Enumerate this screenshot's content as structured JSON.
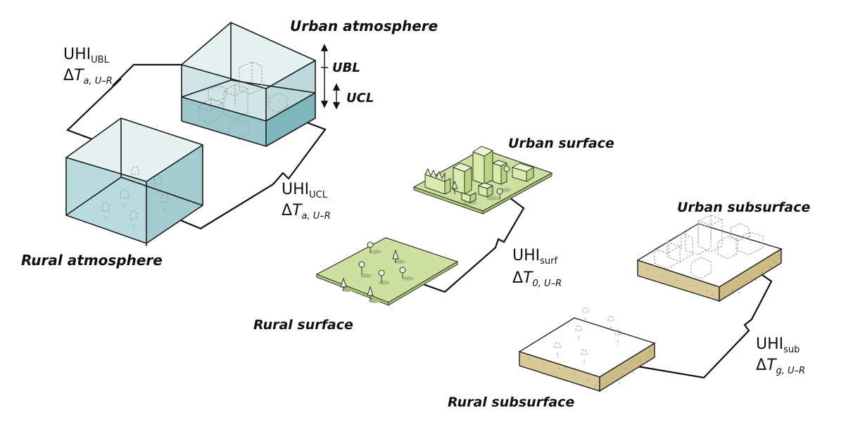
{
  "labels": {
    "urban_atmosphere": "Urban atmosphere",
    "rural_atmosphere": "Rural atmosphere",
    "urban_surface": "Urban surface",
    "rural_surface": "Rural surface",
    "urban_subsurface": "Urban subsurface",
    "rural_subsurface": "Rural subsurface",
    "ubl": "UBL",
    "ucl": "UCL"
  },
  "uhi": {
    "ubl": {
      "base": "UHI",
      "sub": "UBL",
      "delta": "Δ",
      "var": "T",
      "var_sub": "a, U–R"
    },
    "ucl": {
      "base": "UHI",
      "sub": "UCL",
      "delta": "Δ",
      "var": "T",
      "var_sub": "a, U–R"
    },
    "surf": {
      "base": "UHI",
      "sub": "surf",
      "delta": "Δ",
      "var": "T",
      "var_sub": "0, U–R"
    },
    "sub": {
      "base": "UHI",
      "sub": "sub",
      "delta": "Δ",
      "var": "T",
      "var_sub": "g, U–R"
    }
  },
  "colors": {
    "air_light": "#d7ebea",
    "air_mid": "#b5d7d9",
    "air_dark": "#8fc0c6",
    "grass_top": "#cde0a0",
    "grass_side": "#b2cd78",
    "soil_side": "#d9c999",
    "building": "#d8eaac"
  }
}
